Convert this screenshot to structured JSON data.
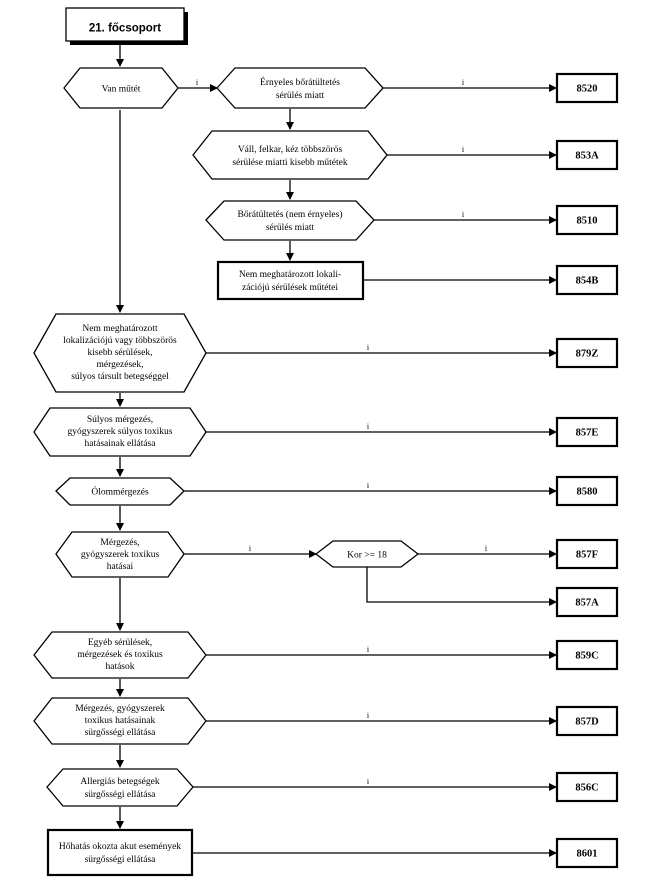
{
  "title": "21. főcsoport",
  "yes_label": "i",
  "nodes": {
    "van_mutet": "Van műtét",
    "ermyeles": [
      "Érnyeles bőrátültetés",
      "sérülés miatt"
    ],
    "vall": [
      "Váll, felkar, kéz többszörös",
      "sérülése miatti kisebb műtétek"
    ],
    "borat": [
      "Bőrátültetés (nem érnyeles)",
      "sérülés miatt"
    ],
    "nem_meg_lok": [
      "Nem meghatározott lokali-",
      "zációjú sérülések műtétei"
    ],
    "nem_meg_tobb": [
      "Nem meghatározott",
      "lokalizációjú vagy többszörös",
      "kisebb sérülések,",
      "mérgezések,",
      "súlyos társult betegséggel"
    ],
    "sulyos": [
      "Súlyos mérgezés,",
      "gyógyszerek súlyos toxikus",
      "hatásainak ellátása"
    ],
    "olom": "Ólommérgezés",
    "merg_tox": [
      "Mérgezés,",
      "gyógyszerek toxikus",
      "hatásai"
    ],
    "kor": "Kor >= 18",
    "egyeb": [
      "Egyéb sérülések,",
      "mérgezések és toxikus",
      "hatások"
    ],
    "merg_surg": [
      "Mérgezés, gyógyszerek",
      "toxikus hatásainak",
      "sürgősségi ellátása"
    ],
    "allerg": [
      "Allergiás betegségek",
      "sürgősségi ellátása"
    ],
    "hohatas": [
      "Hőhatás okozta akut események",
      "sürgősségi ellátása"
    ]
  },
  "codes": [
    "8520",
    "853A",
    "8510",
    "854B",
    "879Z",
    "857E",
    "8580",
    "857F",
    "857A",
    "859C",
    "857D",
    "856C",
    "8601"
  ]
}
